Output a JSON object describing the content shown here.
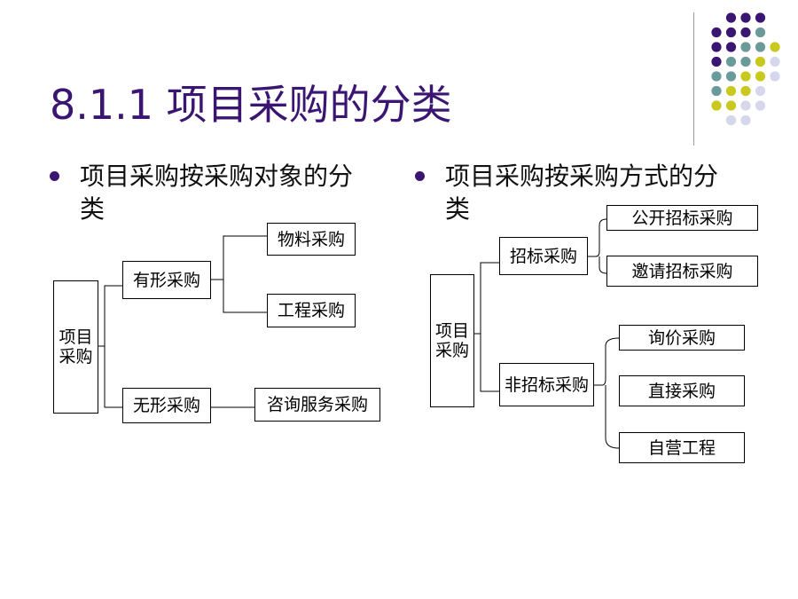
{
  "title": "8.1.1  项目采购的分类",
  "colors": {
    "title": "#3b1572",
    "dot_purple": "#3b1572",
    "dot_teal": "#6a9a9a",
    "dot_yellow": "#c8c81e",
    "dot_lavender": "#d6d6ec"
  },
  "bullets": [
    {
      "text": "项目采购按采购对象的分类"
    },
    {
      "text": "项目采购按采购方式的分类"
    }
  ],
  "left_tree": {
    "root": "项目采购",
    "tangible": "有形采购",
    "materials": "物料采购",
    "engineering": "工程采购",
    "intangible": "无形采购",
    "consulting": "咨询服务采购"
  },
  "right_tree": {
    "root": "项目采购",
    "tender": "招标采购",
    "open_tender": "公开招标采购",
    "invited_tender": "邀请招标采购",
    "non_tender": "非招标采购",
    "inquiry": "询价采购",
    "direct": "直接采购",
    "self_operated": "自营工程"
  }
}
